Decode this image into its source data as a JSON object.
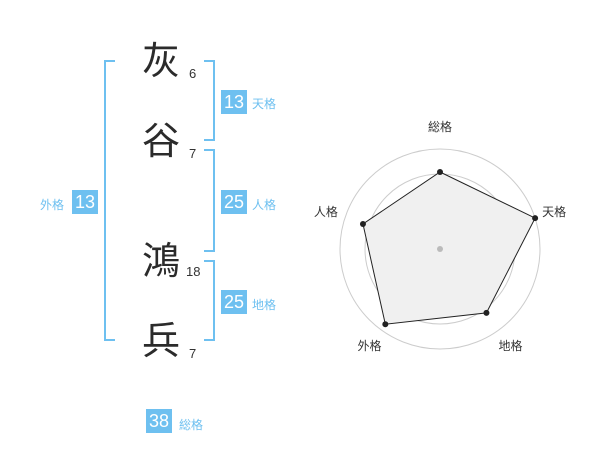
{
  "name_chars": [
    {
      "char": "灰",
      "strokes": "6"
    },
    {
      "char": "谷",
      "strokes": "7"
    },
    {
      "char": "鴻",
      "strokes": "18"
    },
    {
      "char": "兵",
      "strokes": "7"
    }
  ],
  "kakusu": {
    "tenkaku": {
      "value": "13",
      "label": "天格"
    },
    "jinkaku": {
      "value": "25",
      "label": "人格"
    },
    "chikaku": {
      "value": "25",
      "label": "地格"
    },
    "gaikaku": {
      "value": "13",
      "label": "外格"
    },
    "soukaku": {
      "value": "38",
      "label": "総格"
    }
  },
  "colors": {
    "accent": "#6ec0f0",
    "radar_fill": "#f0f0f0",
    "grid": "#cccccc"
  },
  "chart_data": {
    "type": "radar",
    "axes": [
      "総格",
      "天格",
      "地格",
      "外格",
      "人格"
    ],
    "scale_max": 1,
    "rings": 4,
    "series": [
      {
        "values": [
          0.77,
          1.0,
          0.79,
          0.93,
          0.81
        ]
      }
    ]
  }
}
